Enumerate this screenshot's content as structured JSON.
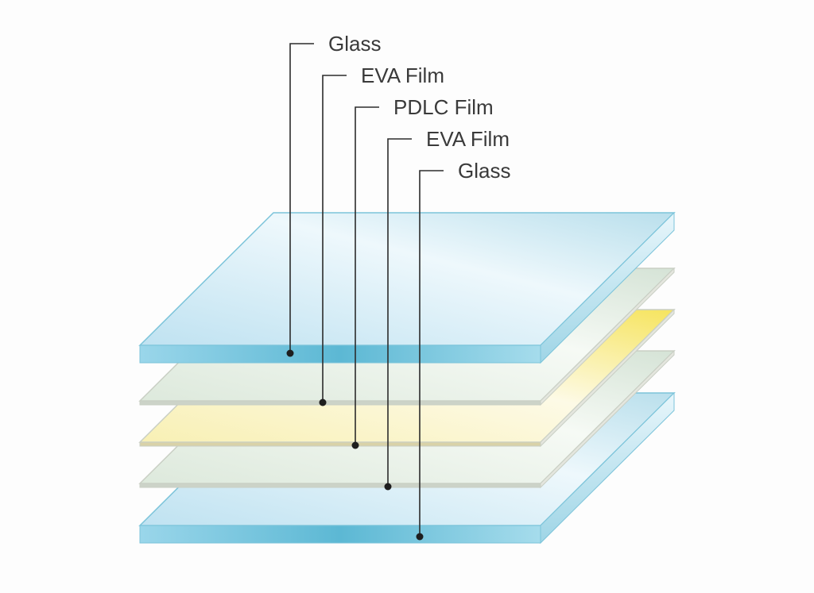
{
  "diagram": {
    "layers": [
      {
        "label": "Glass",
        "kind": "glass",
        "color": "#6cc0dc"
      },
      {
        "label": "EVA Film",
        "kind": "film",
        "color": "#dfe9df"
      },
      {
        "label": "PDLC Film",
        "kind": "pdlc",
        "color": "#f7e770"
      },
      {
        "label": "EVA Film",
        "kind": "film",
        "color": "#dfe9df"
      },
      {
        "label": "Glass",
        "kind": "glass",
        "color": "#6cc0dc"
      }
    ]
  }
}
